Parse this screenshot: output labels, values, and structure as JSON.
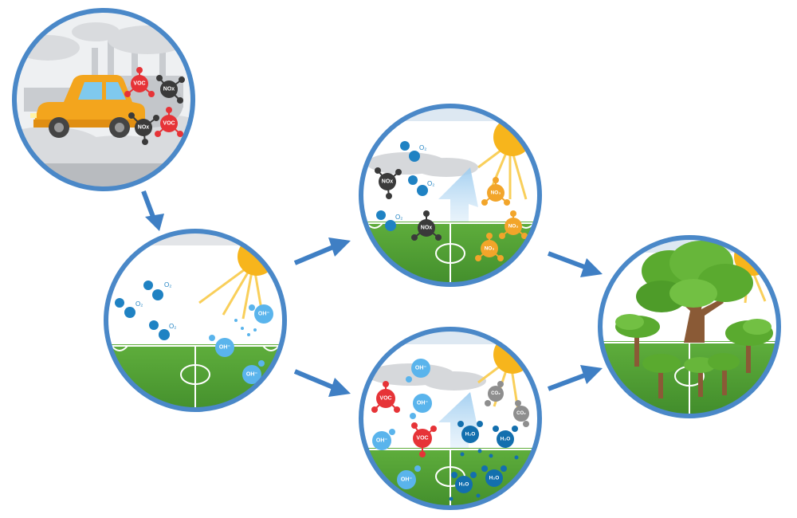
{
  "colors": {
    "ring": "#4a88c8",
    "arrow": "#3f7fc4",
    "sky": "#ffffff",
    "grass": "#56a23a",
    "grass_light": "#7cc04a",
    "sun": "#f7b51c",
    "sun_ray": "#f9cf5a",
    "voc": "#e63337",
    "nox": "#3a3a3a",
    "o2": "#1f82c3",
    "oh": "#5ab4ec",
    "no3": "#f2a52a",
    "h2o": "#136fae",
    "co2": "#8e8e8e",
    "car": "#f3a51d",
    "smog": "#d7d9dc",
    "tree_leaf": "#5aaa2f",
    "tree_trunk": "#8a5a36"
  },
  "labels": {
    "voc": "VOC",
    "nox": "NOx",
    "o2": "O₂",
    "oh": "OH⁻",
    "no3": "NO₃",
    "h2o": "H₂O",
    "co2": "CO₂"
  },
  "panels": {
    "pollution": {
      "icons": [
        "car",
        "factory",
        "smog"
      ]
    },
    "daylight": {
      "icons": [
        "sun",
        "soccer-field"
      ]
    },
    "nox_reaction": {
      "icons": [
        "sun",
        "smog",
        "soccer-field",
        "updraft-arrow"
      ]
    },
    "voc_reaction": {
      "icons": [
        "sun",
        "smog",
        "soccer-field",
        "updraft-arrow",
        "rain-drops"
      ]
    },
    "clean": {
      "icons": [
        "sun",
        "trees",
        "soccer-field"
      ]
    }
  },
  "arrows": [
    "pollution-to-daylight",
    "daylight-to-nox",
    "daylight-to-voc",
    "nox-to-clean",
    "voc-to-clean"
  ]
}
